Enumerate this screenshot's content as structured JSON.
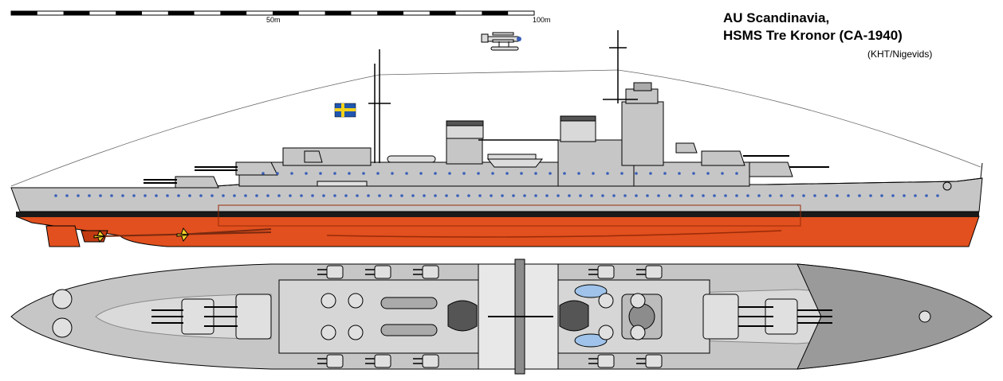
{
  "title": {
    "line1": "AU Scandinavia,",
    "line2": "HSMS Tre Kronor (CA-1940)"
  },
  "credit": "(KHT/Nigevids)",
  "scale": {
    "mid_label": "50m",
    "end_label": "100m"
  },
  "colors": {
    "hull_grey": "#c6c6c6",
    "deck_grey": "#dadada",
    "dark_grey": "#8c8c8c",
    "antifouling_red": "#e1501e",
    "boot_black": "#1a1a1a",
    "porthole_blue": "#3a5fb8",
    "flag_blue": "#1f56b0",
    "flag_yellow": "#f2d21a",
    "propeller_yellow": "#f3cf2a"
  },
  "icons": {
    "profile": "ship-side-profile",
    "plan": "ship-top-plan",
    "floatplane": "seaplane-icon",
    "flag": "swedish-ensign-icon"
  }
}
